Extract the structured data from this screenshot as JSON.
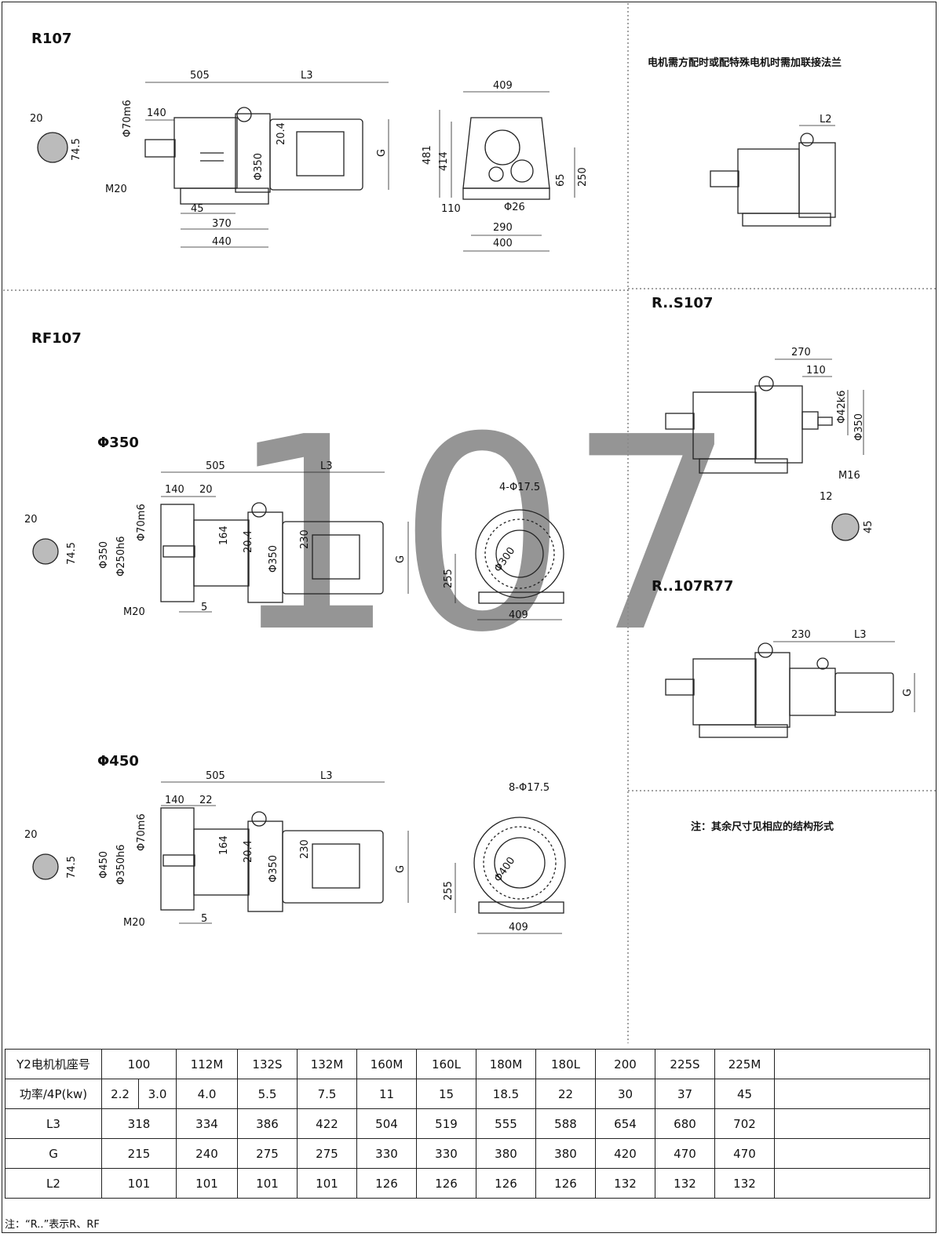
{
  "titles": {
    "r107": "R107",
    "rf107": "RF107",
    "phi350": "Φ350",
    "phi450": "Φ450",
    "rs107": "R..S107",
    "r107r77": "R..107R77",
    "watermark": "107"
  },
  "notes": {
    "flange": "电机需方配时或配特殊电机时需加联接法兰",
    "other_dims": "注：其余尺寸见相应的结构形式",
    "footnote": "注：“R..”表示R、RF"
  },
  "dims": {
    "r107": {
      "d505": "505",
      "l3": "L3",
      "d409": "409",
      "d140": "140",
      "phi70m6": "Φ70m6",
      "d20": "20",
      "d745": "74.5",
      "m20": "M20",
      "d204": "20.4",
      "phi350": "Φ350",
      "g": "G",
      "d481": "481",
      "d414": "414",
      "d65": "65",
      "d250": "250",
      "d45": "45",
      "d370": "370",
      "d440": "440",
      "d110": "110",
      "phi26": "Φ26",
      "d290": "290",
      "d400": "400"
    },
    "flange": {
      "l2": "L2"
    },
    "rs107": {
      "d270": "270",
      "d110": "110",
      "phi42k6": "Φ42k6",
      "phi350": "Φ350",
      "m16": "M16",
      "d12": "12",
      "d45": "45"
    },
    "r107r77": {
      "d230": "230",
      "l3": "L3",
      "g": "G"
    },
    "rf350": {
      "d505": "505",
      "l3": "L3",
      "d140": "140",
      "d20": "20",
      "phi70m6": "Φ70m6",
      "key20": "20",
      "key745": "74.5",
      "phi350": "Φ350",
      "phi250h6": "Φ250h6",
      "d164": "164",
      "d204": "20.4",
      "phi350b": "Φ350",
      "d230": "230",
      "g": "G",
      "m20": "M20",
      "d5": "5",
      "holes": "4-Φ17.5",
      "phi300": "Φ300",
      "d255": "255",
      "d409": "409"
    },
    "rf450": {
      "d505": "505",
      "l3": "L3",
      "d140": "140",
      "d22": "22",
      "phi70m6": "Φ70m6",
      "key20": "20",
      "key745": "74.5",
      "phi450": "Φ450",
      "phi350h6": "Φ350h6",
      "d164": "164",
      "d204": "20.4",
      "phi350b": "Φ350",
      "d230": "230",
      "g": "G",
      "m20": "M20",
      "d5": "5",
      "holes": "8-Φ17.5",
      "phi400": "Φ400",
      "d255": "255",
      "d409": "409"
    }
  },
  "table": {
    "rows": [
      {
        "label": "Y2电机机座号",
        "cells": [
          "100",
          "112M",
          "132S",
          "132M",
          "160M",
          "160L",
          "180M",
          "180L",
          "200",
          "225S",
          "225M"
        ]
      },
      {
        "label": "功率/4P(kw)",
        "cells": [
          "2.2",
          "3.0",
          "4.0",
          "5.5",
          "7.5",
          "11",
          "15",
          "18.5",
          "22",
          "30",
          "37",
          "45"
        ]
      },
      {
        "label": "L3",
        "cells": [
          "318",
          "334",
          "386",
          "422",
          "504",
          "519",
          "555",
          "588",
          "654",
          "680",
          "702"
        ]
      },
      {
        "label": "G",
        "cells": [
          "215",
          "240",
          "275",
          "275",
          "330",
          "330",
          "380",
          "380",
          "420",
          "470",
          "470"
        ]
      },
      {
        "label": "L2",
        "cells": [
          "101",
          "101",
          "101",
          "101",
          "126",
          "126",
          "126",
          "126",
          "132",
          "132",
          "132"
        ]
      }
    ]
  }
}
